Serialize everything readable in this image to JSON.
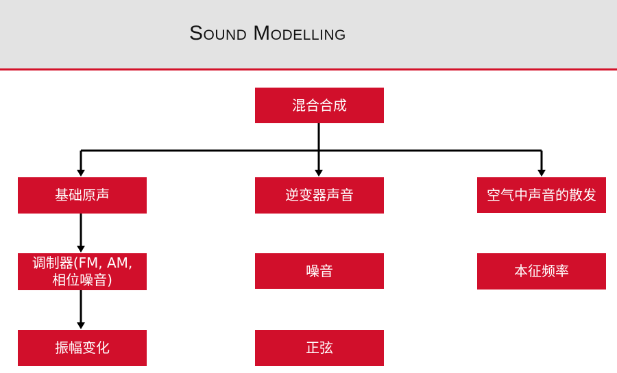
{
  "title": "Sound Modelling",
  "nodes": {
    "root": "混合合成",
    "col1_top": "基础原声",
    "col1_mid": "调制器(FM, AM, 相位噪音)",
    "col1_bot": "振幅变化",
    "col2_top": "逆变器声音",
    "col2_mid": "噪音",
    "col2_bot": "正弦",
    "col3_top": "空气中声音的散发",
    "col3_mid": "本征频率"
  },
  "colors": {
    "box": "#d10f2b",
    "accent_rule": "#d4122a",
    "header_bg": "#e3e3e3",
    "connector": "#000000"
  }
}
